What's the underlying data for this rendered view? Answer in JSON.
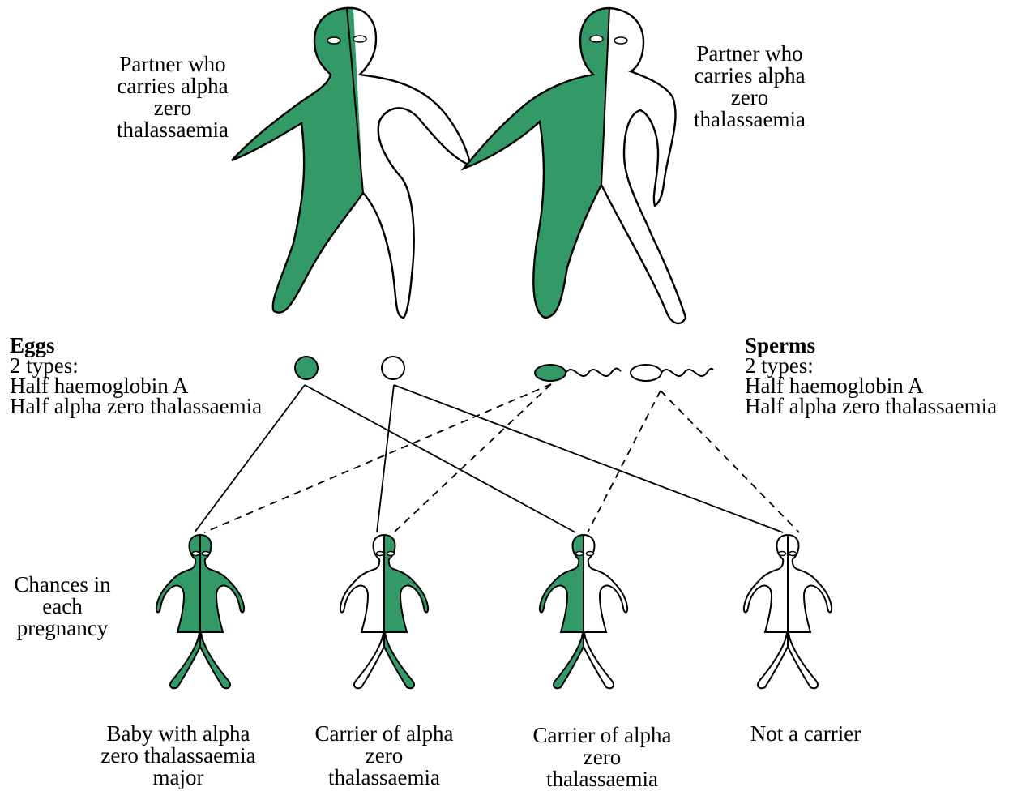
{
  "colors": {
    "carrier_green": "#339966",
    "outline": "#000000",
    "background": "#ffffff"
  },
  "parents": {
    "left": {
      "label": [
        "Partner who",
        "carries alpha",
        "zero",
        "thalassaemia"
      ]
    },
    "right": {
      "label": [
        "Partner who",
        "carries alpha",
        "zero",
        "thalassaemia"
      ]
    }
  },
  "eggs": {
    "title": "Eggs",
    "lines": [
      "2 types:",
      "Half haemoglobin A",
      "Half alpha zero thalassaemia"
    ]
  },
  "sperms": {
    "title": "Sperms",
    "lines": [
      "2 types:",
      "Half haemoglobin A",
      "Half alpha zero thalassaemia"
    ]
  },
  "chances": {
    "label": [
      "Chances in",
      "each",
      "pregnancy"
    ]
  },
  "children": [
    {
      "label": [
        "Baby with alpha",
        "zero thalassaemia",
        "major"
      ]
    },
    {
      "label": [
        "Carrier of alpha",
        "zero",
        "thalassaemia"
      ]
    },
    {
      "label": [
        "Carrier of alpha",
        "zero",
        "thalassaemia"
      ]
    },
    {
      "label": [
        "Not a carrier"
      ]
    }
  ]
}
